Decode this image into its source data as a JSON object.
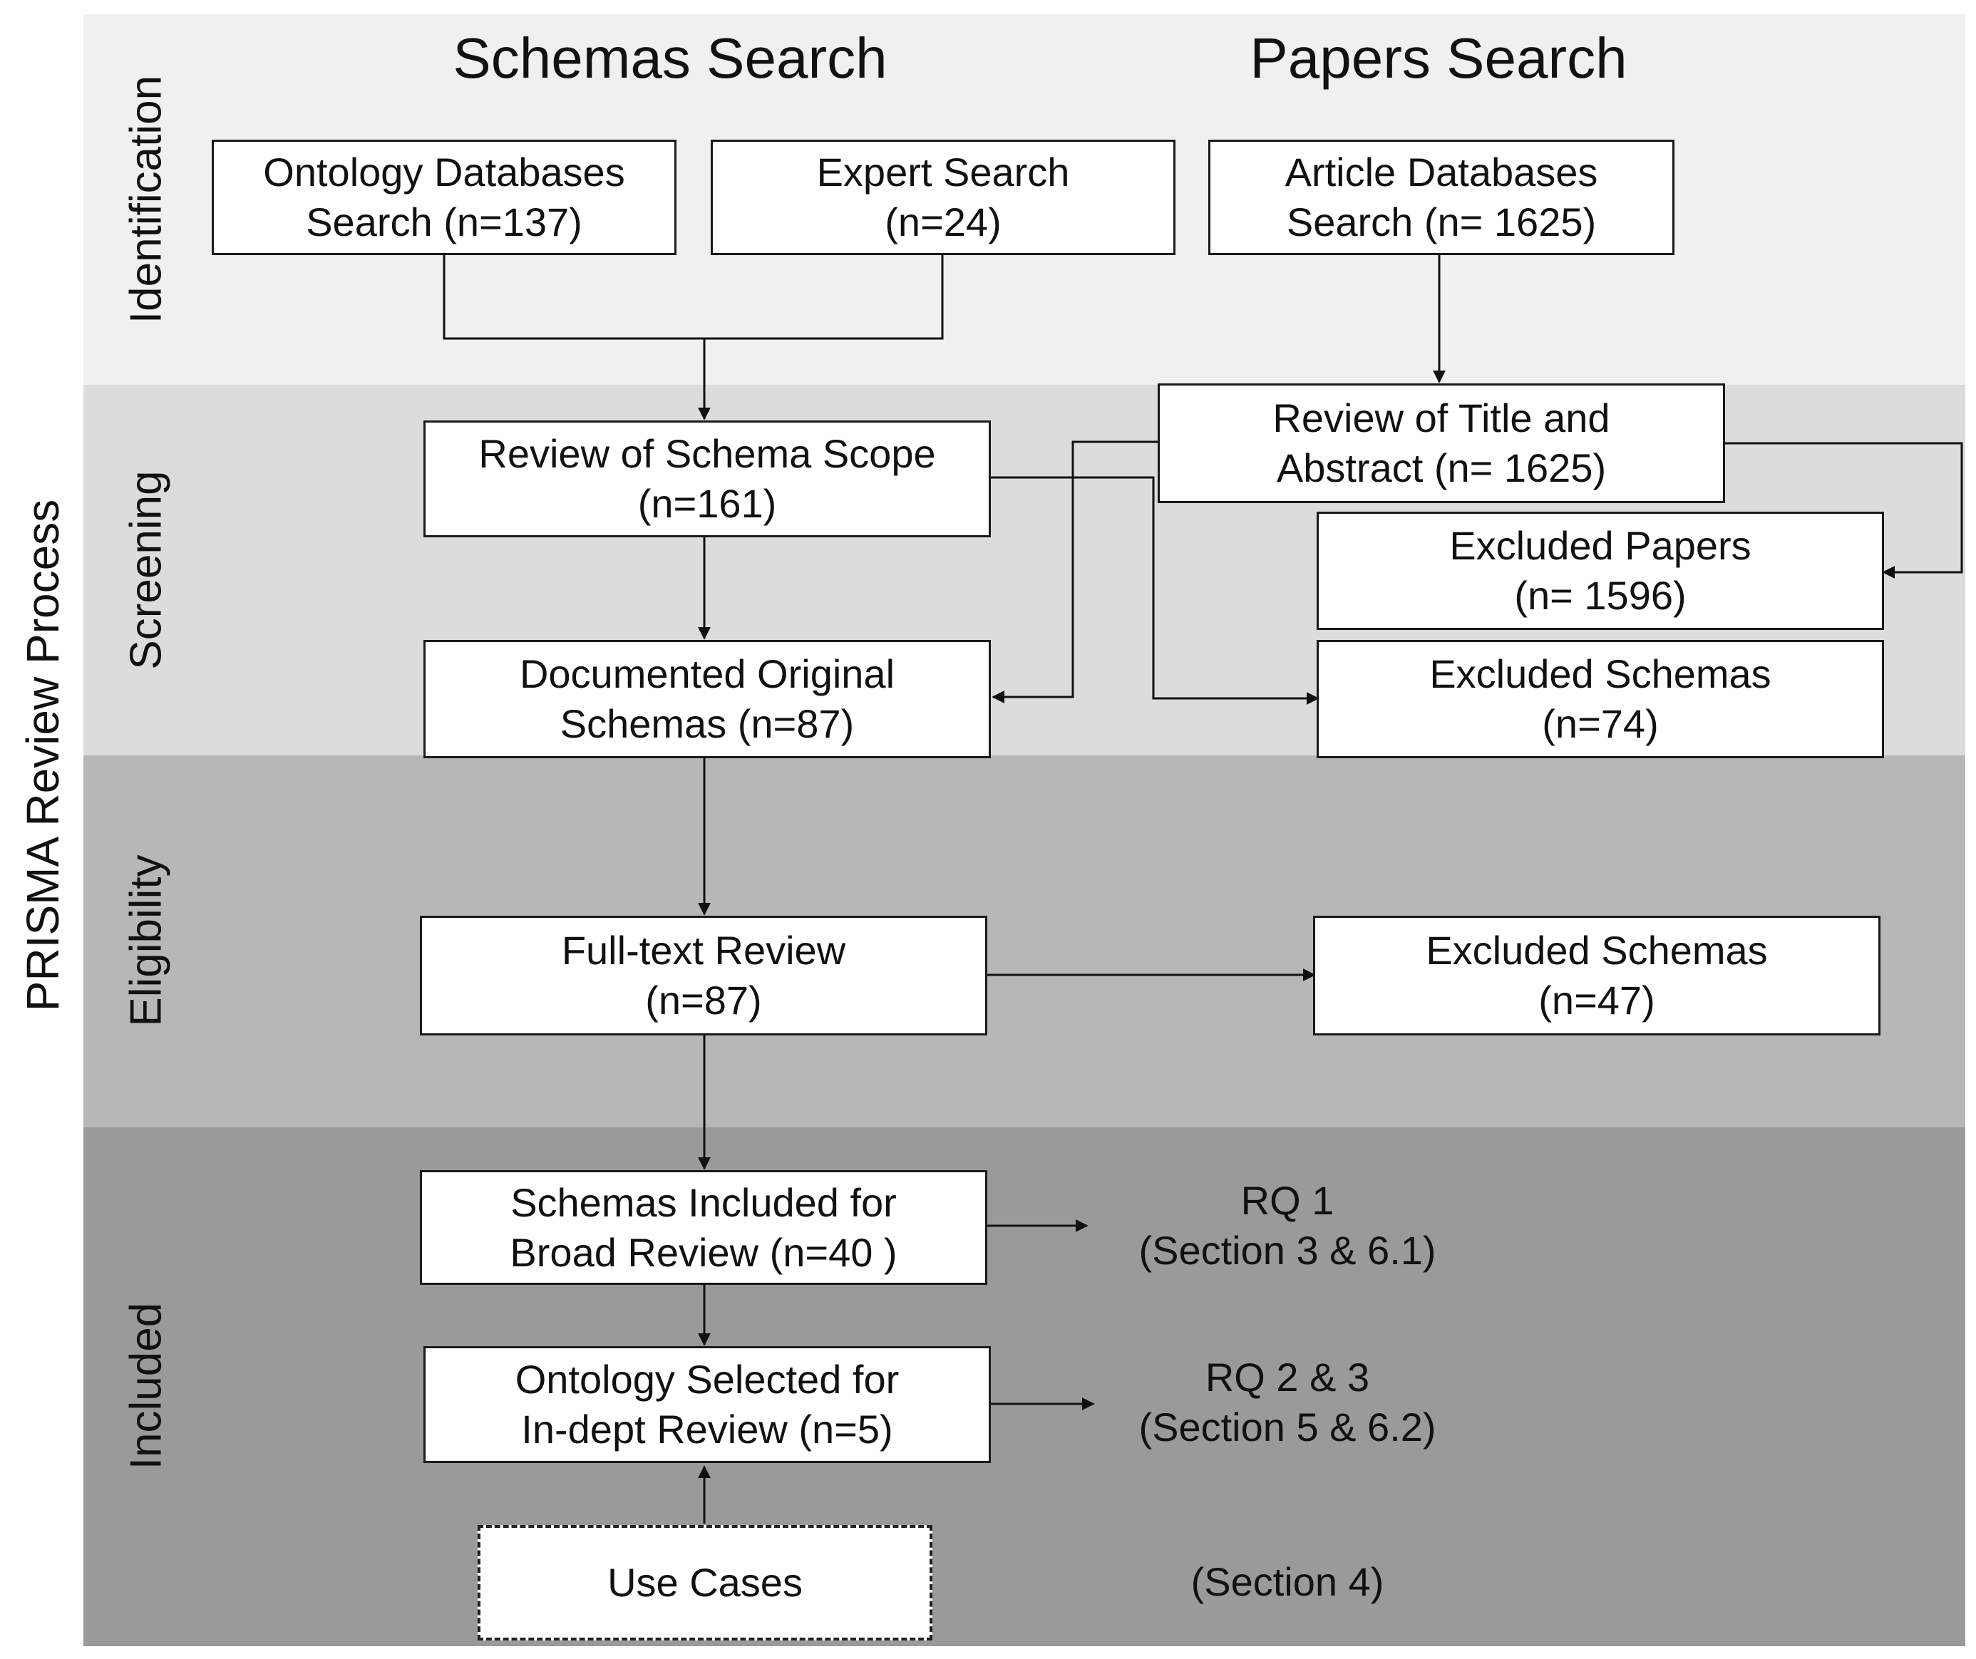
{
  "process_label": "PRISMA Review Process",
  "stages": {
    "identification": "Identification",
    "screening": "Screening",
    "eligibility": "Eligibility",
    "included": "Included"
  },
  "columns": {
    "schemas": "Schemas Search",
    "papers": "Papers Search"
  },
  "boxes": {
    "ontology_db": "Ontology Databases\nSearch (n=137)",
    "expert": "Expert Search\n(n=24)",
    "article_db": "Article Databases\nSearch (n= 1625)",
    "review_scope": "Review of Schema Scope\n(n=161)",
    "review_title": "Review of Title and\nAbstract (n= 1625)",
    "excluded_papers": "Excluded Papers\n(n= 1596)",
    "documented": "Documented Original\nSchemas (n=87)",
    "excluded_schemas_74": "Excluded Schemas\n(n=74)",
    "fulltext": "Full-text Review\n(n=87)",
    "excluded_schemas_47": "Excluded Schemas\n(n=47)",
    "broad": "Schemas Included for\nBroad Review (n=40 )",
    "indepth": "Ontology Selected for\nIn-dept Review (n=5)",
    "use_cases": "Use Cases"
  },
  "notes": {
    "rq1": "RQ 1\n(Section 3 & 6.1)",
    "rq23": "RQ 2 & 3\n(Section 5 & 6.2)",
    "sec4": "(Section 4)"
  }
}
